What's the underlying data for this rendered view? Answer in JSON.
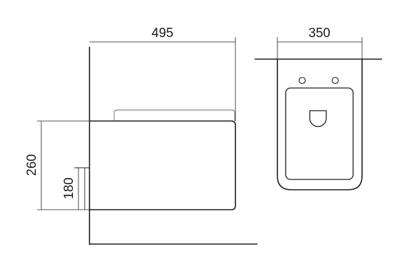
{
  "dimensions": {
    "side_width": "495",
    "top_width": "350",
    "total_height": "260",
    "mount_height": "180"
  }
}
